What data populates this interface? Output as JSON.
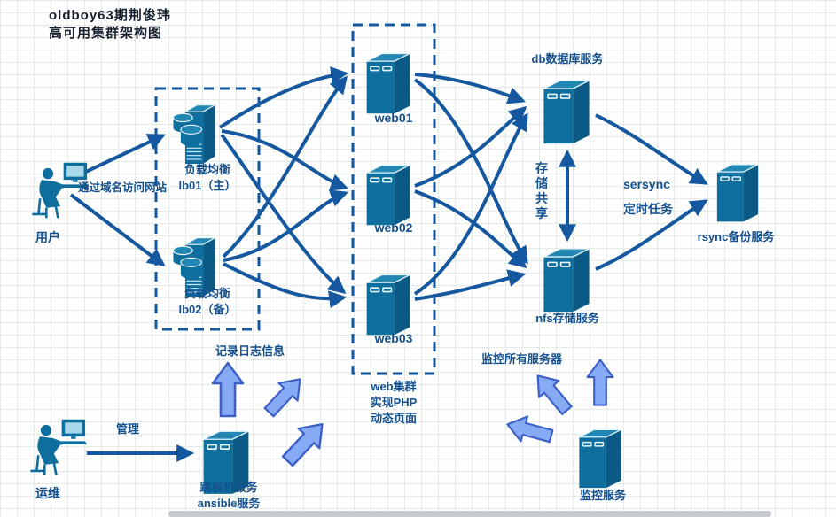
{
  "title": "oldboy63期荆俊玮\n高可用集群架构图",
  "colors": {
    "line": "#1558a0",
    "server_front": "#0e6f9e",
    "server_side": "#0a5a85",
    "server_top": "#2287b2",
    "block_arrow_fill": "#86aaf3",
    "block_arrow_stroke": "#3c5fc6",
    "label_text": "#15508e"
  },
  "actors": {
    "user": {
      "label": "用户"
    },
    "ops": {
      "label": "运维"
    }
  },
  "nodes": {
    "lb01": {
      "label": "负载均衡\nlb01（主）"
    },
    "lb02": {
      "label": "负载均衡\nlb02（备）"
    },
    "web01": {
      "label": "web01"
    },
    "web02": {
      "label": "web02"
    },
    "web03": {
      "label": "web03"
    },
    "db": {
      "label": "db数据库服务"
    },
    "nfs": {
      "label": "nfs存储服务"
    },
    "rsync": {
      "label": "rsync备份服务"
    },
    "jumpbox": {
      "label": "跳板机服务\nansible服务"
    },
    "monitor": {
      "label": "监控服务"
    }
  },
  "notes": {
    "web_cluster": "web集群\n实现PHP\n动态页面",
    "access": "通过域名访问网站",
    "manage": "管理",
    "storage_share": "存储共享",
    "sersync": "sersync\n定时任务",
    "log": "记录日志信息",
    "monitor_all": "监控所有服务器"
  }
}
